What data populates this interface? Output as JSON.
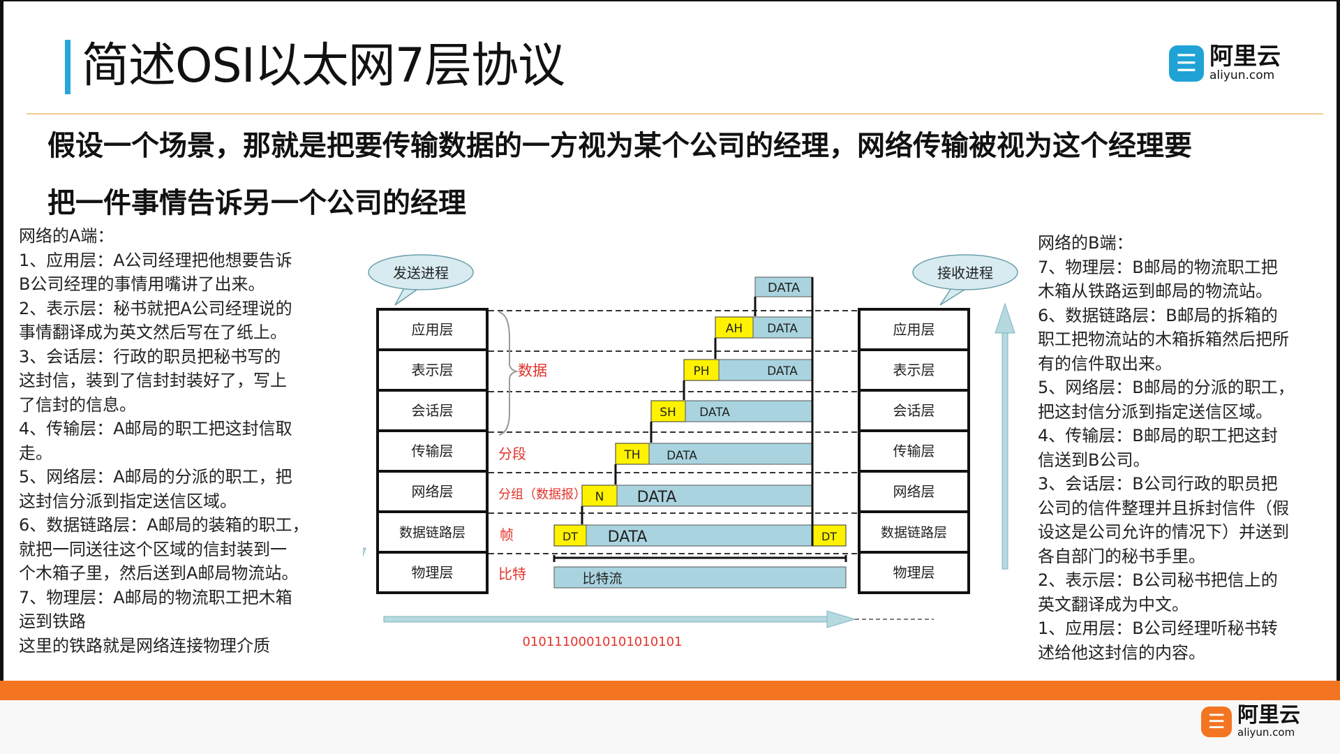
{
  "header": {
    "title": "简述OSI以太网7层协议",
    "logo_text": "阿里云",
    "logo_domain": "aliyun.com"
  },
  "intro": {
    "line1": "假设一个场景，那就是把要传输数据的一方视为某个公司的经理，网络传输被视为这个经理要",
    "line2": "把一件事情告诉另一个公司的经理"
  },
  "left_column": {
    "lines": [
      "网络的A端：",
      "1、应用层：A公司经理把他想要告诉",
      "B公司经理的事情用嘴讲了出来。",
      "2、表示层：秘书就把A公司经理说的",
      "事情翻译成为英文然后写在了纸上。",
      "3、会话层：行政的职员把秘书写的",
      "这封信，装到了信封封装好了，写上",
      "了信封的信息。",
      "4、传输层：A邮局的职工把这封信取",
      "走。",
      "5、网络层：A邮局的分派的职工，把",
      "这封信分派到指定送信区域。",
      "6、数据链路层：A邮局的装箱的职工，",
      "就把一同送往这个区域的信封装到一",
      "个木箱子里，然后送到A邮局物流站。",
      "7、物理层：A邮局的物流职工把木箱",
      "运到铁路",
      "这里的铁路就是网络连接物理介质"
    ]
  },
  "right_column": {
    "lines": [
      "网络的B端：",
      "7、物理层：B邮局的物流职工把",
      "木箱从铁路运到邮局的物流站。",
      "6、数据链路层：B邮局的拆箱的",
      "职工把物流站的木箱拆箱然后把所",
      "有的信件取出来。",
      "5、网络层：B邮局的分派的职工，",
      "把这封信分派到指定送信区域。",
      "4、传输层：B邮局的职工把这封",
      "信送到B公司。",
      "3、会话层：B公司行政的职员把",
      "公司的信件整理并且拆封信件（假",
      "设这是公司允许的情况下）并送到",
      "各自部门的秘书手里。",
      "2、表示层：B公司秘书把信上的",
      "英文翻译成为中文。",
      "1、应用层：B公司经理听秘书转",
      "述给他这封信的内容。"
    ]
  },
  "diagram": {
    "send_bubble": "发送进程",
    "recv_bubble": "接收进程",
    "layers": [
      "应用层",
      "表示层",
      "会话层",
      "传输层",
      "网络层",
      "数据链路层",
      "物理层"
    ],
    "unit_data": "数据",
    "unit_segment": "分段",
    "unit_packet": "分组（数据报）",
    "unit_frame": "帧",
    "unit_bit": "比特",
    "header_ah": "AH",
    "header_ph": "PH",
    "header_sh": "SH",
    "header_th": "TH",
    "header_n": "N",
    "header_dt": "DT",
    "trailer_dt": "DT",
    "data_label": "DATA",
    "bitstream_label": "比特流",
    "bits": "01011100010101010101",
    "colors": {
      "header_yellow": "#fff200",
      "data_blue": "#a9d4df",
      "bubble": "#d7ebf0",
      "arrow": "#b6d9df",
      "red_label": "#e1322a"
    }
  },
  "footer": {
    "logo_text": "阿里云",
    "logo_domain": "aliyun.com",
    "band_color": "#f47521"
  }
}
